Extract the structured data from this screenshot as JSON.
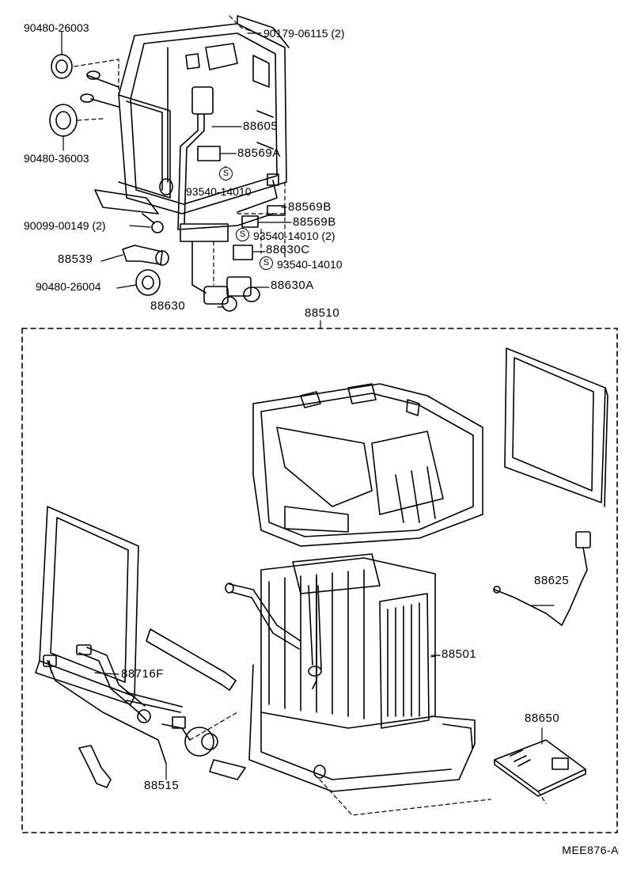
{
  "figure_code": "MEE876-A",
  "part_labels": {
    "p90480_26003": "90480-26003",
    "p90179_06115": "90179-06115 (2)",
    "p90480_36003": "90480-36003",
    "p88605": "88605",
    "p88569A": "88569A",
    "p93540_14010_a": "93540-14010",
    "p88569B_a": "88569B",
    "p88569B_b": "88569B",
    "p90099_00149": "90099-00149 (2)",
    "p93540_14010_b": "93540-14010 (2)",
    "p88630C": "88630C",
    "p88539": "88539",
    "p93540_14010_c": "93540-14010",
    "p90480_26004": "90480-26004",
    "p88630A": "88630A",
    "p88630": "88630",
    "p88510": "88510",
    "p88625": "88625",
    "p88501": "88501",
    "p88716F": "88716F",
    "p88650": "88650",
    "p88515": "88515"
  },
  "screw_symbol": "S"
}
